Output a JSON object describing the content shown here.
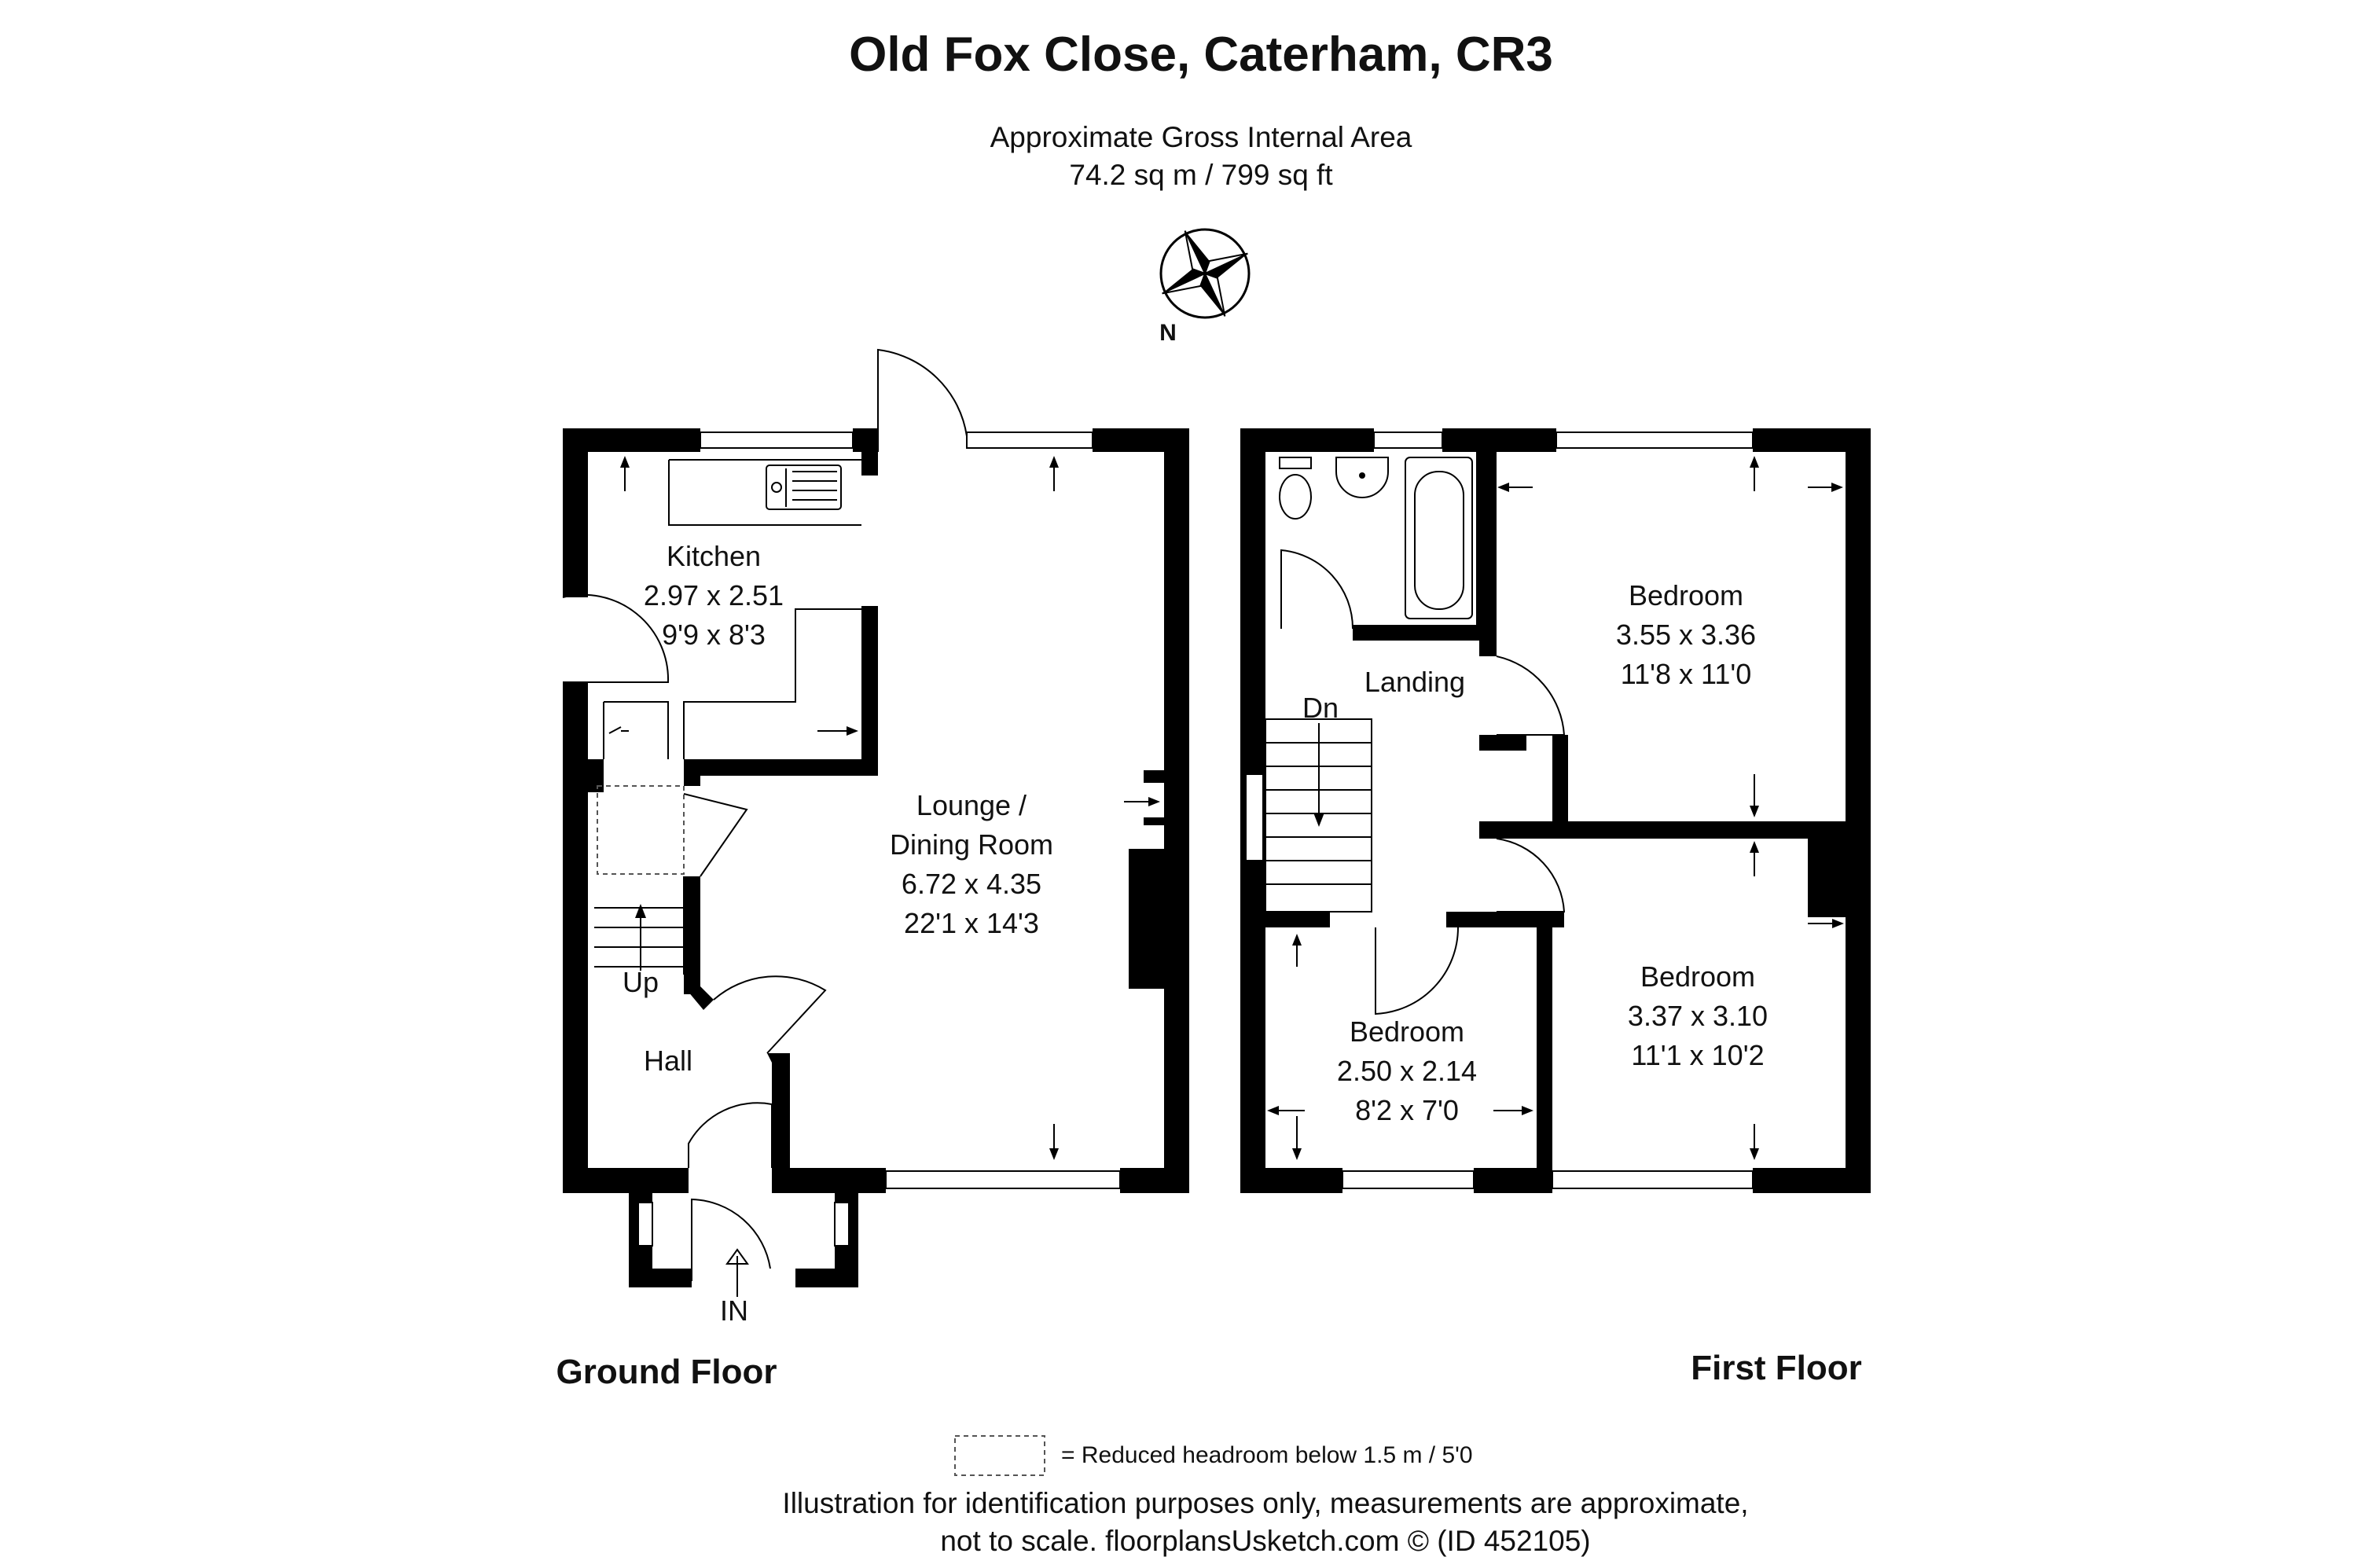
{
  "header": {
    "title": "Old Fox Close, Caterham, CR3",
    "area_label": "Approximate Gross Internal Area",
    "area_value": "74.2 sq m / 799 sq ft",
    "compass_label": "N"
  },
  "ground_floor": {
    "label": "Ground Floor",
    "kitchen": {
      "name": "Kitchen",
      "metric": "2.97 x 2.51",
      "imperial": "9'9 x 8'3"
    },
    "lounge": {
      "name_line1": "Lounge /",
      "name_line2": "Dining Room",
      "metric": "6.72 x 4.35",
      "imperial": "22'1 x 14'3"
    },
    "hall": {
      "name": "Hall"
    },
    "stairs_label": "Up",
    "entrance_label": "IN"
  },
  "first_floor": {
    "label": "First Floor",
    "landing": {
      "name": "Landing"
    },
    "stairs_label": "Dn",
    "bedroom_1": {
      "name": "Bedroom",
      "metric": "3.55 x 3.36",
      "imperial": "11'8 x 11'0"
    },
    "bedroom_2": {
      "name": "Bedroom",
      "metric": "3.37 x 3.10",
      "imperial": "11'1 x 10'2"
    },
    "bedroom_3": {
      "name": "Bedroom",
      "metric": "2.50 x 2.14",
      "imperial": "8'2 x 7'0"
    }
  },
  "legend": {
    "text": "=  Reduced headroom below 1.5 m / 5'0"
  },
  "footer": {
    "line1": "Illustration for identification purposes only, measurements are approximate,",
    "line2": "not to scale. floorplansUsketch.com © (ID 452105)"
  }
}
